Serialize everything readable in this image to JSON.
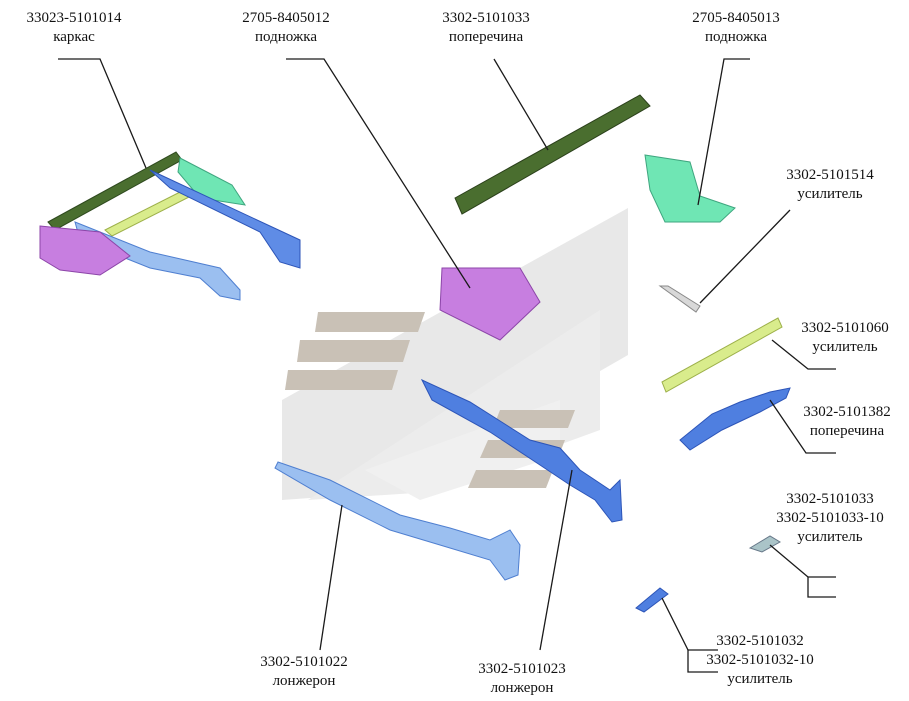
{
  "callouts": [
    {
      "id": "frame",
      "lines": [
        "33023-5101014",
        "каркас"
      ]
    },
    {
      "id": "step-left",
      "lines": [
        "2705-8405012",
        "подножка"
      ]
    },
    {
      "id": "crossbar-top",
      "lines": [
        "3302-5101033",
        "поперечина"
      ]
    },
    {
      "id": "step-right",
      "lines": [
        "2705-8405013",
        "подножка"
      ]
    },
    {
      "id": "reinforcement-1514",
      "lines": [
        "3302-5101514",
        "усилитель"
      ]
    },
    {
      "id": "reinforcement-1060",
      "lines": [
        "3302-5101060",
        "усилитель"
      ]
    },
    {
      "id": "crossbar-1382",
      "lines": [
        "3302-5101382",
        "поперечина"
      ]
    },
    {
      "id": "reinforcement-1033",
      "lines": [
        "3302-5101033",
        "3302-5101033-10",
        "усилитель"
      ]
    },
    {
      "id": "reinforcement-1032",
      "lines": [
        "3302-5101032",
        "3302-5101032-10",
        "усилитель"
      ]
    },
    {
      "id": "side-member-1022",
      "lines": [
        "3302-5101022",
        "лонжерон"
      ]
    },
    {
      "id": "side-member-1023",
      "lines": [
        "3302-5101023",
        "лонжерон"
      ]
    }
  ],
  "colors": {
    "line": "#1a1a1a",
    "part_blue": "#4f7fe0",
    "part_lightblue": "#8fb6ef",
    "part_green": "#4a6e2f",
    "part_mint": "#6fe6b4",
    "part_violet": "#c77ee0",
    "part_yellow": "#d9ec8c",
    "watermark": "#e6e6e6",
    "watermark_stripe": "#c8c0b4"
  }
}
